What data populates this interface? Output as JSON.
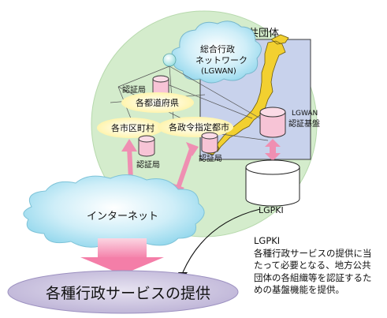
{
  "labels": {
    "local_gov": "地方公共団体",
    "lgwan_line1": "総合行政",
    "lgwan_line2": "ネットワーク",
    "lgwan_line3": "(LGWAN)",
    "cert_office_top": "認証局",
    "prefectures": "各都道府県",
    "municipalities": "各市区町村",
    "designated_cities": "各政令指定都市",
    "cert_office_left": "認証局",
    "cert_office_mid": "認証局",
    "lgwan_cert_line1": "LGWAN",
    "lgwan_cert_line2": "認証基盤",
    "internet": "インターネット",
    "lgpki": "LGPKI",
    "provision": "各種行政サービスの提供"
  },
  "note": {
    "title": "LGPKI",
    "lines": [
      "各種行政サービスの提供に当",
      "たって必要となる、地方公共",
      "団体の各組織等を認証するた",
      "めの基盤機能を提供。"
    ]
  },
  "colors": {
    "circle_fill": "#d4eccc",
    "map_panel": "#c8d2ec",
    "japan_land": "#f2d030",
    "cylinder_pink": "#f7c4d6",
    "arrow_pink": "#ef8fb2",
    "ellipse_yellow": "#fff9c6",
    "cloud_blue": "#b0e4f2",
    "provision_ellipse": "#c8c0dc"
  }
}
